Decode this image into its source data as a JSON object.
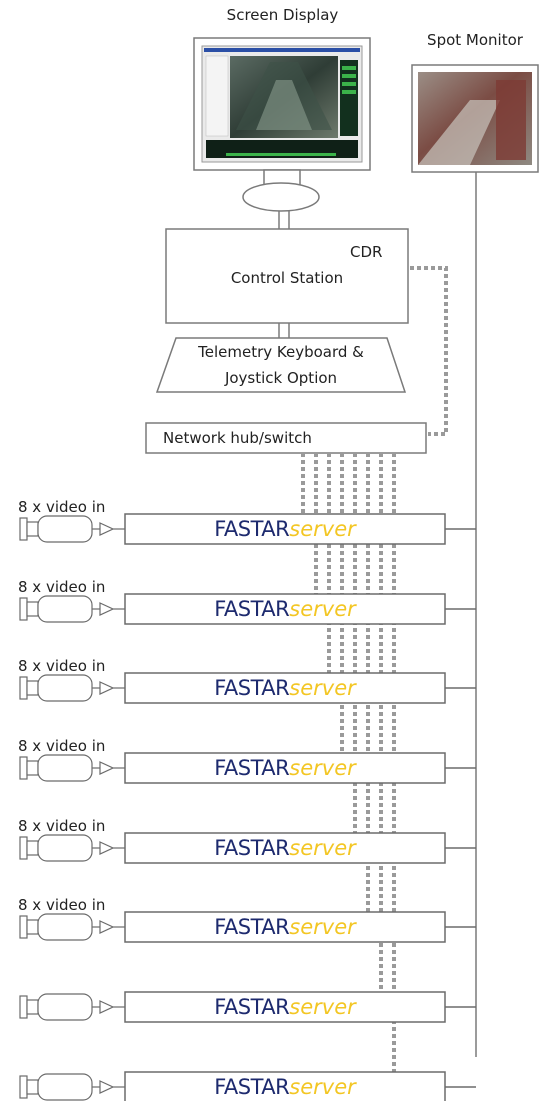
{
  "screen_display": {
    "label": "Screen Display"
  },
  "spot_monitor": {
    "label": "Spot Monitor"
  },
  "control_station": {
    "tag": "CDR",
    "label": "Control Station"
  },
  "keyboard": {
    "line1": "Telemetry Keyboard &",
    "line2": "Joystick Option"
  },
  "network_hub": {
    "label": "Network hub/switch"
  },
  "servers": [
    {
      "brand": "FASTAR",
      "brand_suffix": "server",
      "input_label": "8 x video in"
    },
    {
      "brand": "FASTAR",
      "brand_suffix": "server",
      "input_label": "8 x video in"
    },
    {
      "brand": "FASTAR",
      "brand_suffix": "server",
      "input_label": "8 x video in"
    },
    {
      "brand": "FASTAR",
      "brand_suffix": "server",
      "input_label": "8 x video in"
    },
    {
      "brand": "FASTAR",
      "brand_suffix": "server",
      "input_label": "8 x video in"
    },
    {
      "brand": "FASTAR",
      "brand_suffix": "server",
      "input_label": "8 x video in"
    },
    {
      "brand": "FASTAR",
      "brand_suffix": "server",
      "input_label": ""
    },
    {
      "brand": "FASTAR",
      "brand_suffix": "server",
      "input_label": ""
    }
  ],
  "colors": {
    "line": "#6b6b6b",
    "dotted": "#9a9a9a",
    "brand_primary": "#1d2a6e",
    "brand_accent": "#f3c623"
  }
}
